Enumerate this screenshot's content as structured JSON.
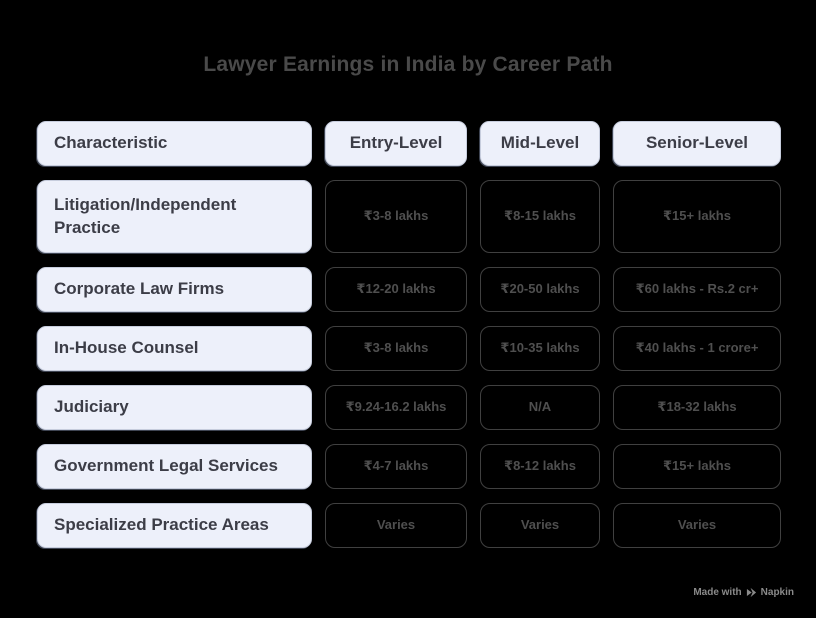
{
  "chart_data": {
    "type": "table",
    "title": "Lawyer Earnings in India by Career Path",
    "columns": [
      "Characteristic",
      "Entry-Level",
      "Mid-Level",
      "Senior-Level"
    ],
    "rows": [
      {
        "label": "Litigation/Independent Practice",
        "values": [
          "₹3-8 lakhs",
          "₹8-15 lakhs",
          "₹15+ lakhs"
        ]
      },
      {
        "label": "Corporate Law Firms",
        "values": [
          "₹12-20 lakhs",
          "₹20-50 lakhs",
          "₹60 lakhs - Rs.2 cr+"
        ]
      },
      {
        "label": "In-House Counsel",
        "values": [
          "₹3-8 lakhs",
          "₹10-35 lakhs",
          "₹40 lakhs - 1 crore+"
        ]
      },
      {
        "label": "Judiciary",
        "values": [
          "₹9.24-16.2 lakhs",
          "N/A",
          "₹18-32 lakhs"
        ]
      },
      {
        "label": "Government Legal Services",
        "values": [
          "₹4-7 lakhs",
          "₹8-12 lakhs",
          "₹15+ lakhs"
        ]
      },
      {
        "label": "Specialized Practice Areas",
        "values": [
          "Varies",
          "Varies",
          "Varies"
        ]
      }
    ],
    "legend_position": "none",
    "grid": false
  },
  "footer": {
    "made_with": "Made with",
    "brand": "Napkin",
    "logo_icon": "napkin-pen-icon"
  },
  "colors": {
    "background": "#000000",
    "title_text": "#4a4a4a",
    "label_cell_bg": "#edf0fa",
    "label_cell_border": "#c7cddd",
    "label_cell_text": "#3c3d47",
    "value_cell_bg": "#000000",
    "value_cell_border": "#404040",
    "value_cell_text": "#4f4f4f",
    "watermark_text": "#8a8a8a"
  }
}
